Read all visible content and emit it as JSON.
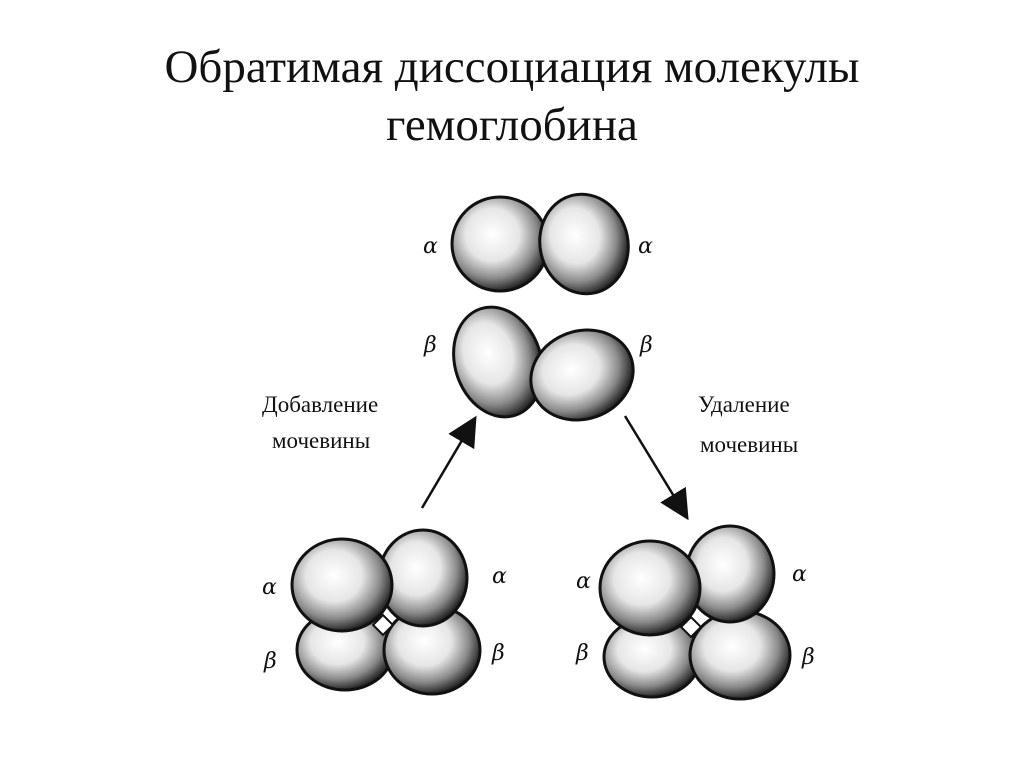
{
  "slide": {
    "title_line1": "Обратимая диссоциация молекулы",
    "title_line2": "гемоглобина"
  },
  "diagram": {
    "alpha": "α",
    "beta": "β",
    "left_caption_line1": "Добавление",
    "left_caption_line2": "мочевины",
    "right_caption_line1": "Удаление",
    "right_caption_line2": "мочевины"
  }
}
